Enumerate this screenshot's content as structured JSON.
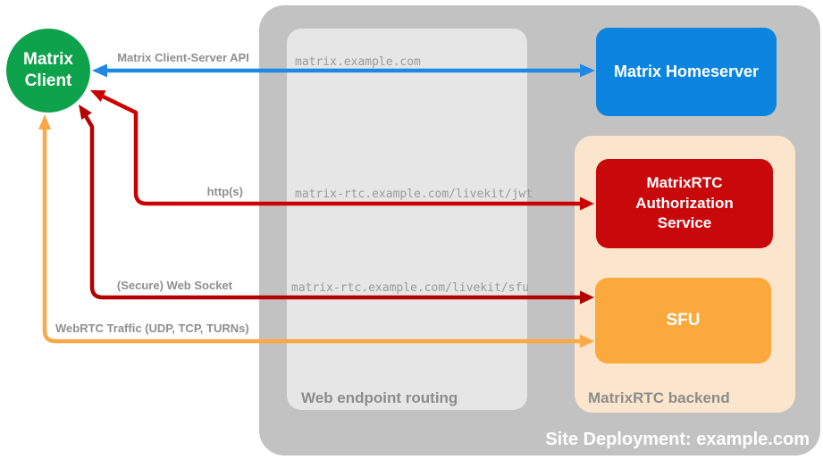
{
  "title": "Site Deployment: example.com",
  "nodes": {
    "matrix_client": {
      "label": "Matrix Client",
      "color": "#0FA24C"
    },
    "matrix_homeserver": {
      "label": "Matrix Homeserver",
      "color": "#0B84DF"
    },
    "matrixrtc_auth": {
      "label": "MatrixRTC Authorization Service",
      "color": "#C9080B"
    },
    "sfu": {
      "label": "SFU",
      "color": "#FBA93C"
    }
  },
  "containers": {
    "site_deployment": {
      "label": "Site Deployment: example.com",
      "color": "#C2C2C2"
    },
    "web_endpoint_routing": {
      "label": "Web endpoint routing",
      "color": "#E6E6E6"
    },
    "matrixrtc_backend": {
      "label": "MatrixRTC backend",
      "color": "#FCE5CD"
    }
  },
  "endpoints": [
    "matrix.example.com",
    "matrix-rtc.example.com/livekit/jwt",
    "matrix-rtc.example.com/livekit/sfu"
  ],
  "arrows": [
    {
      "label": "Matrix Client-Server API",
      "color": "#1E88E5",
      "from": "Matrix Client",
      "to": "Matrix Homeserver",
      "bidirectional": true
    },
    {
      "label": "http(s)",
      "color": "#CC0000",
      "from": "Matrix Client",
      "to": "MatrixRTC Authorization Service",
      "bidirectional": true
    },
    {
      "label": "(Secure) Web Socket",
      "color": "#B30000",
      "from": "Matrix Client",
      "to": "SFU",
      "bidirectional": true
    },
    {
      "label": "WebRTC Traffic (UDP, TCP, TURNs)",
      "color": "#FBA845",
      "from": "Matrix Client",
      "to": "SFU",
      "bidirectional": true
    }
  ]
}
